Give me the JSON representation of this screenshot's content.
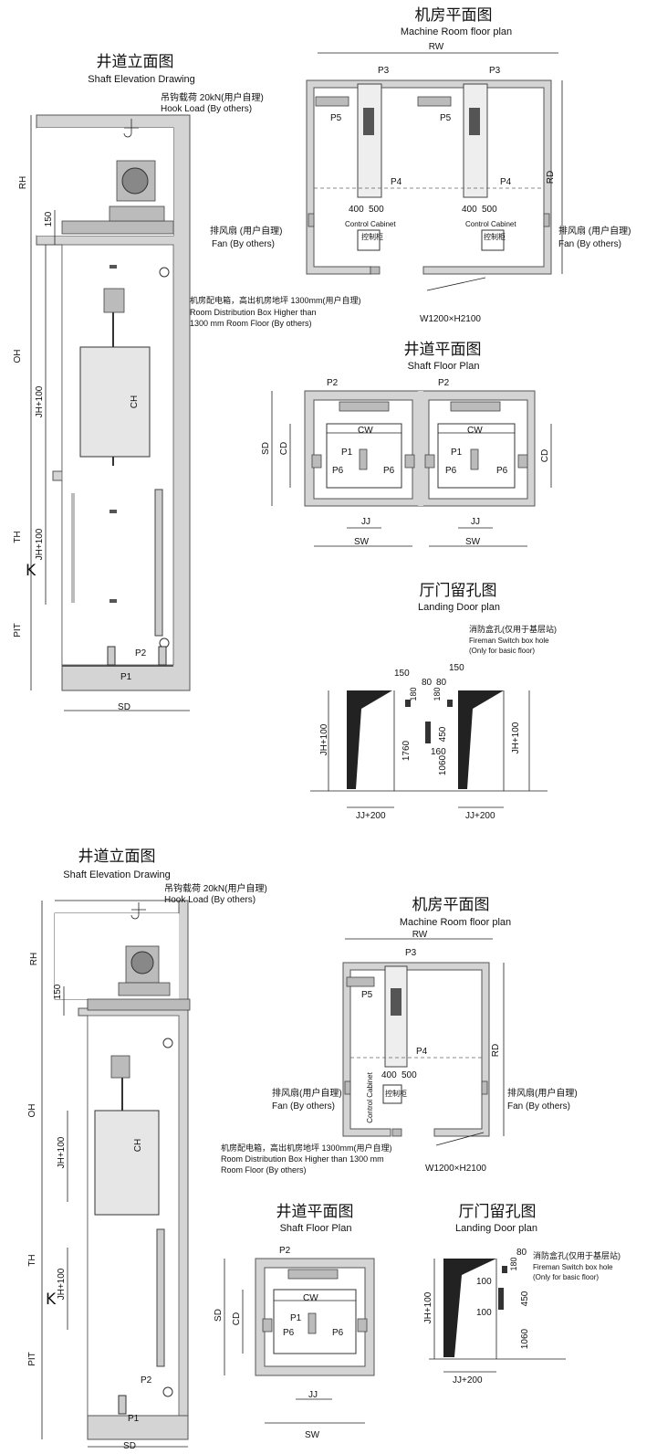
{
  "top": {
    "shaft_elevation": {
      "title_cn": "井道立面图",
      "title_en": "Shaft Elevation Drawing",
      "hook_cn": "吊钩载荷 20kN(用户自理)",
      "hook_en": "Hook Load (By others)",
      "rh": "RH",
      "d150": "150",
      "oh": "OH",
      "jh100a": "JH+100",
      "ch": "CH",
      "th": "TH",
      "jh100b": "JH+100",
      "k": "K",
      "pit": "PIT",
      "p2": "P2",
      "p1": "P1",
      "sd": "SD"
    },
    "machine_room": {
      "title_cn": "机房平面图",
      "title_en": "Machine Room floor plan",
      "rw": "RW",
      "rd": "RD",
      "p3a": "P3",
      "p3b": "P3",
      "p5a": "P5",
      "p5b": "P5",
      "p4a": "P4",
      "p4b": "P4",
      "d400a": "400",
      "d500a": "500",
      "d400b": "400",
      "d500b": "500",
      "cab_a": "Control Cabinet",
      "cab_b": "Control Cabinet",
      "cab_cn_a": "控制柜",
      "cab_cn_b": "控制柜",
      "fan_l_cn": "排风扇 (用户自理)",
      "fan_l_en": "Fan (By others)",
      "fan_r_cn": "排风扇 (用户自理)",
      "fan_r_en": "Fan (By others)",
      "box_cn": "机房配电箱，高出机房地坪 1300mm(用户自理)",
      "box_en1": "Room Distribution Box Higher than",
      "box_en2": "1300 mm Room Floor (By others)",
      "door": "W1200×H2100"
    },
    "shaft_floor": {
      "title_cn": "井道平面图",
      "title_en": "Shaft Floor Plan",
      "p2a": "P2",
      "p2b": "P2",
      "cwa": "CW",
      "cwb": "CW",
      "sd": "SD",
      "cd": "CD",
      "cd2": "CD",
      "p1a": "P1",
      "p1b": "P1",
      "p6a": "P6",
      "p6b": "P6",
      "p6c": "P6",
      "p6d": "P6",
      "jja": "JJ",
      "jjb": "JJ",
      "swa": "SW",
      "swb": "SW"
    },
    "landing": {
      "title_cn": "厅门留孔图",
      "title_en": "Landing Door plan",
      "fire_cn": "消防盒孔(仅用于基层站)",
      "fire_en1": "Fireman Switch box hole",
      "fire_en2": "(Only for basic floor)",
      "d150a": "150",
      "d80a": "80",
      "d80b": "80",
      "d150b": "150",
      "d180a": "180",
      "d180b": "180",
      "jh100a": "JH+100",
      "jh100b": "JH+100",
      "d1760": "1760",
      "d450": "450",
      "d160": "160",
      "d1060": "1060",
      "jj200a": "JJ+200",
      "jj200b": "JJ+200"
    }
  },
  "bottom": {
    "shaft_elevation": {
      "title_cn": "井道立面图",
      "title_en": "Shaft Elevation Drawing",
      "hook_cn": "吊钩载荷 20kN(用户自理)",
      "hook_en": "Hook Load (By others)",
      "rh": "RH",
      "d150": "150",
      "oh": "OH",
      "jh100a": "JH+100",
      "ch": "CH",
      "th": "TH",
      "jh100b": "JH+100",
      "k": "K",
      "pit": "PIT",
      "p2": "P2",
      "p1": "P1",
      "sd": "SD"
    },
    "machine_room": {
      "title_cn": "机房平面图",
      "title_en": "Machine Room floor plan",
      "rw": "RW",
      "rd": "RD",
      "p3": "P3",
      "p5": "P5",
      "p4": "P4",
      "d400": "400",
      "d500": "500",
      "cab": "Control Cabinet",
      "cab_cn": "控制柜",
      "fan_l_cn": "排风扇(用户自理)",
      "fan_l_en": "Fan (By others)",
      "fan_r_cn": "排风扇(用户自理)",
      "fan_r_en": "Fan (By others)",
      "box_cn": "机房配电箱，高出机房地坪 1300mm(用户自理)",
      "box_en1": "Room Distribution Box Higher than 1300 mm",
      "box_en2": "Room Floor (By others)",
      "door": "W1200×H2100"
    },
    "shaft_floor": {
      "title_cn": "井道平面图",
      "title_en": "Shaft Floor Plan",
      "p2": "P2",
      "cw": "CW",
      "sd": "SD",
      "cd": "CD",
      "p1": "P1",
      "p6a": "P6",
      "p6b": "P6",
      "jj": "JJ",
      "sw": "SW"
    },
    "landing": {
      "title_cn": "厅门留孔图",
      "title_en": "Landing Door plan",
      "d80": "80",
      "fire_cn": "消防盒孔(仅用于基层站)",
      "fire_en1": "Fireman Switch box hole",
      "fire_en2": "(Only for basic floor)",
      "d180": "180",
      "d100a": "100",
      "d100b": "100",
      "d450": "450",
      "jh100": "JH+100",
      "d1060": "1060",
      "jj200": "JJ+200"
    }
  }
}
